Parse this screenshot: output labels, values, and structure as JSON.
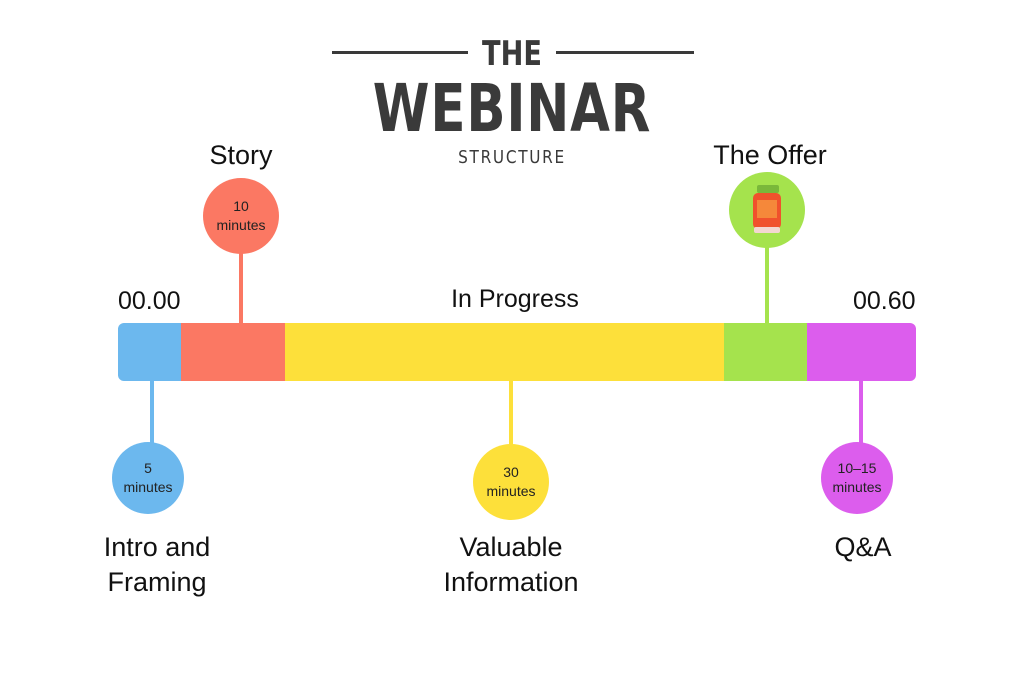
{
  "title": {
    "the": "THE",
    "main": "WEBINAR",
    "sub": "STRUCTURE"
  },
  "timeline": {
    "start": "00.00",
    "end": "00.60",
    "center_label": "In Progress"
  },
  "segments": [
    {
      "name": "Intro and Framing",
      "line1": "Intro and",
      "line2": "Framing",
      "duration_num": "5",
      "duration_unit": "minutes",
      "color": "#6cb8ee"
    },
    {
      "name": "Story",
      "duration_num": "10",
      "duration_unit": "minutes",
      "color": "#fb7863"
    },
    {
      "name": "Valuable Information",
      "line1": "Valuable",
      "line2": "Information",
      "duration_num": "30",
      "duration_unit": "minutes",
      "color": "#fde03a"
    },
    {
      "name": "The Offer",
      "icon": "product-jar-icon",
      "color": "#a5e34d"
    },
    {
      "name": "Q&A",
      "duration_num": "10–15",
      "duration_unit": "minutes",
      "color": "#dc5ded"
    }
  ]
}
